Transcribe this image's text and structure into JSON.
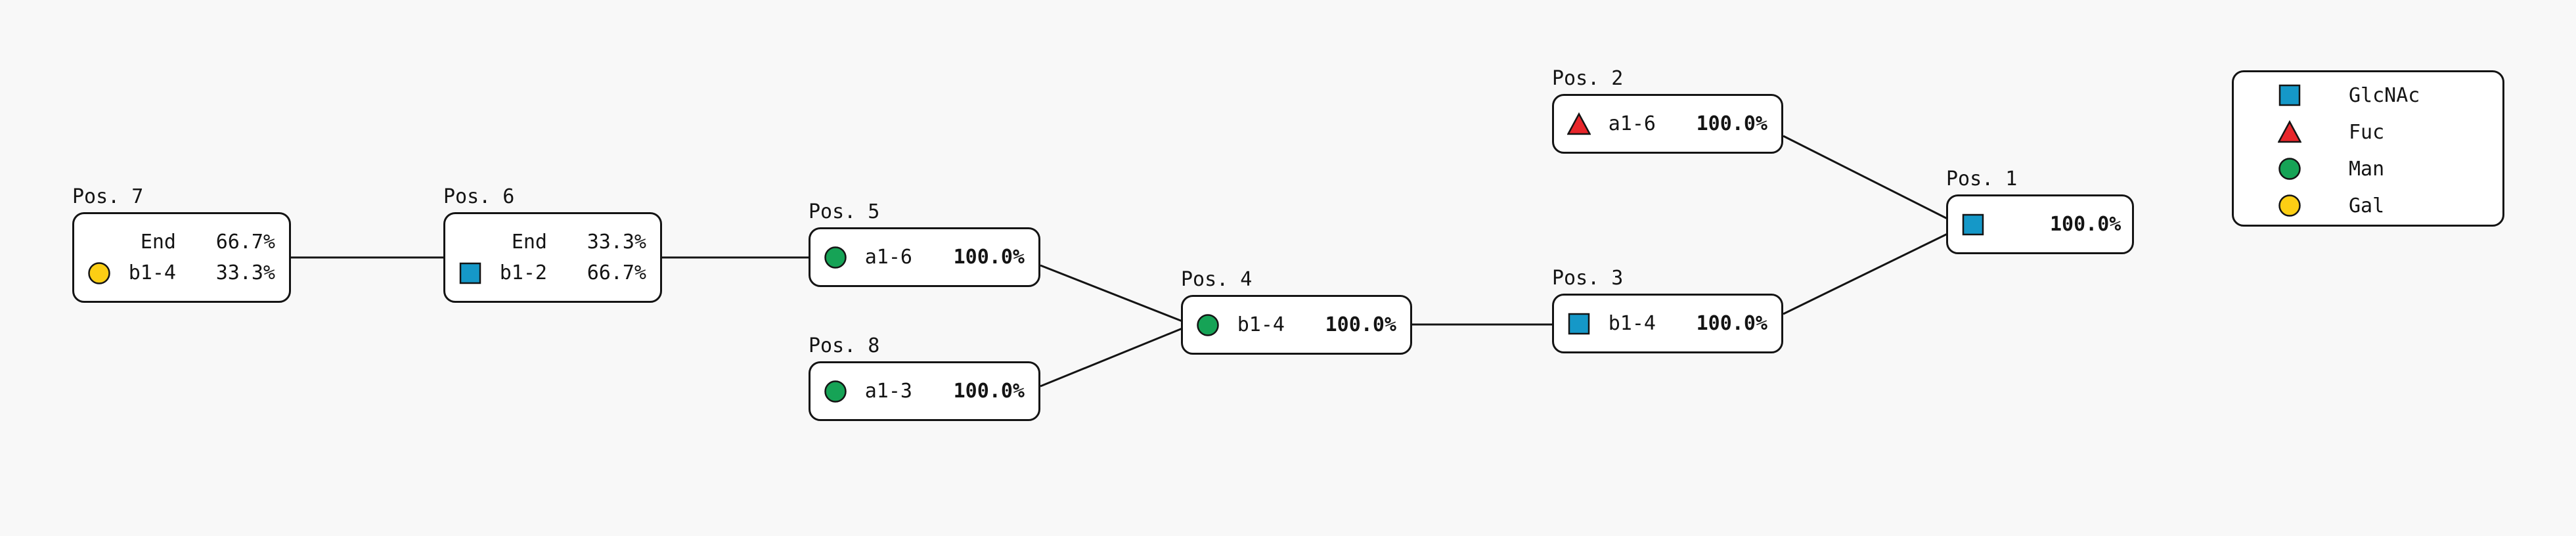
{
  "figure": {
    "background": "#f8f8f8",
    "node_background": "#ffffff",
    "line_color": "#141414"
  },
  "colors": {
    "GlcNAc": "#1598C8",
    "Fuc": "#E8262B",
    "Man": "#16A356",
    "Gal": "#FCCE14"
  },
  "shape_kinds": {
    "GlcNAc": "square",
    "Fuc": "triangle",
    "Man": "circle",
    "Gal": "circle"
  },
  "nodes": [
    {
      "label": "Pos. 1",
      "rows": [
        {
          "shape": "GlcNAc",
          "linkage": "",
          "pct": "100.0%"
        }
      ]
    },
    {
      "label": "Pos. 2",
      "rows": [
        {
          "shape": "Fuc",
          "linkage": "a1-6",
          "pct": "100.0%"
        }
      ]
    },
    {
      "label": "Pos. 3",
      "rows": [
        {
          "shape": "GlcNAc",
          "linkage": "b1-4",
          "pct": "100.0%"
        }
      ]
    },
    {
      "label": "Pos. 4",
      "rows": [
        {
          "shape": "Man",
          "linkage": "b1-4",
          "pct": "100.0%"
        }
      ]
    },
    {
      "label": "Pos. 5",
      "rows": [
        {
          "shape": "Man",
          "linkage": "a1-6",
          "pct": "100.0%"
        }
      ]
    },
    {
      "label": "Pos. 6",
      "rows": [
        {
          "shape": null,
          "linkage": "End",
          "pct": "33.3%"
        },
        {
          "shape": "GlcNAc",
          "linkage": "b1-2",
          "pct": "66.7%"
        }
      ]
    },
    {
      "label": "Pos. 7",
      "rows": [
        {
          "shape": null,
          "linkage": "End",
          "pct": "66.7%"
        },
        {
          "shape": "Gal",
          "linkage": "b1-4",
          "pct": "33.3%"
        }
      ]
    },
    {
      "label": "Pos. 8",
      "rows": [
        {
          "shape": "Man",
          "linkage": "a1-3",
          "pct": "100.0%"
        }
      ]
    }
  ],
  "edges": [
    {
      "from": "Pos. 7",
      "to": "Pos. 6"
    },
    {
      "from": "Pos. 6",
      "to": "Pos. 5"
    },
    {
      "from": "Pos. 5",
      "to": "Pos. 4"
    },
    {
      "from": "Pos. 8",
      "to": "Pos. 4"
    },
    {
      "from": "Pos. 4",
      "to": "Pos. 3"
    },
    {
      "from": "Pos. 3",
      "to": "Pos. 1"
    },
    {
      "from": "Pos. 2",
      "to": "Pos. 1"
    }
  ],
  "legend": {
    "items": [
      {
        "name": "GlcNAc",
        "label": "GlcNAc"
      },
      {
        "name": "Fuc",
        "label": "Fuc"
      },
      {
        "name": "Man",
        "label": "Man"
      },
      {
        "name": "Gal",
        "label": "Gal"
      }
    ]
  }
}
